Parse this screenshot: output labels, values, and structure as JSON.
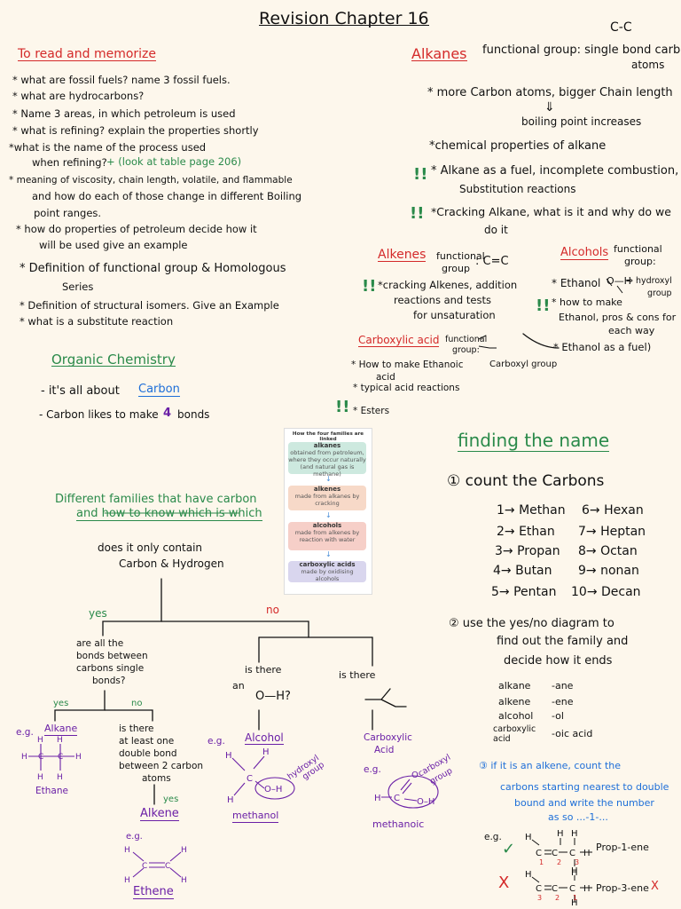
{
  "header": {
    "title": "Revision Chapter 16",
    "corner": "C-C"
  },
  "memorize": {
    "heading": "To read and memorize",
    "items": [
      "* what are fossil fuels? name 3 fossil fuels.",
      "* what are hydrocarbons?",
      "* Name 3 areas, in which petroleum is used",
      "* what is refining? explain the properties shortly",
      "*what is the name of the process used",
      "when refining?",
      "+ (look at table page 206)",
      "* meaning of viscosity, chain length, volatile, and flammable",
      "and how do each of those change in different Boiling",
      "point ranges.",
      "* how do properties of petroleum decide how it",
      "will be used give an example",
      "* Definition of functional group & Homologous",
      "Series",
      "* Definition of structural isomers. Give an Example",
      "* what is a substitute reaction"
    ]
  },
  "organic": {
    "heading": "Organic Chemistry",
    "line1": "- it's all about",
    "carbon": "Carbon",
    "line2": "- Carbon likes to make",
    "four": "4",
    "bonds": "bonds"
  },
  "alkanes": {
    "heading": "Alkanes",
    "fg": "functional group: single bond carbon",
    "atoms": "atoms",
    "l1": "* more Carbon atoms, bigger Chain length",
    "arrow": "⇓",
    "l2": "boiling point increases",
    "l3": "*chemical properties of alkane",
    "ex": "!!",
    "l4": "* Alkane as a fuel, incomplete combustion,",
    "l5": "Substitution reactions",
    "ex2": "!!",
    "l6": "*Cracking Alkane, what is it and why do we",
    "l7": "do it"
  },
  "alkenes": {
    "heading": "Alkenes",
    "fg": "functional",
    "fg2": "group",
    "bond": ": C=C",
    "ex": "!!",
    "l1": "*cracking Alkenes, addition",
    "l2": "reactions and tests",
    "l3": "for unsaturation"
  },
  "alcohols": {
    "heading": "Alcohols",
    "fg": "functional",
    "fg2": "group:",
    "oh": "O—H",
    "hydroxyl": "⇒ hydroxyl",
    "group": "group",
    "l1": "* Ethanol",
    "ex": "!!",
    "l2": "* how to make",
    "l3": "Ethanol, pros & cons for",
    "l4": "each way",
    "l5": "* Ethanol as a fuel)"
  },
  "carboxylic": {
    "heading": "Carboxylic acid",
    "fg": "functional",
    "fg2": "group:",
    "label": "Carboxyl group",
    "l1": "* How to make Ethanoic",
    "l2": "acid",
    "l3": "* typical acid reactions",
    "ex": "!!",
    "l4": "* Esters"
  },
  "figure": {
    "title": "How the four families are linked",
    "boxes": [
      {
        "name": "alkanes",
        "desc": "obtained from petroleum, where they occur naturally (and natural gas is methane)",
        "color": "#cde9df"
      },
      {
        "name": "alkenes",
        "desc": "made from alkanes by cracking",
        "color": "#f7d9c8"
      },
      {
        "name": "alcohols",
        "desc": "made from alkenes by reaction with water",
        "color": "#f6cfc8"
      },
      {
        "name": "carboxylic acids",
        "desc": "made by oxidising alcohols",
        "color": "#d9d6ee"
      }
    ]
  },
  "families": {
    "heading1": "Different families that have carbon",
    "heading2": "and how to know which is which",
    "q1": "does it only contain",
    "q1b": "Carbon & Hydrogen",
    "yes": "yes",
    "no": "no",
    "q2": [
      "are all the",
      "bonds between",
      "carbons single",
      "bonds?"
    ],
    "q3": "is there",
    "q3b": "an",
    "q3oh": "O—H?",
    "q4": "is there",
    "yes2": "yes",
    "no2": "no",
    "eg": "e.g.",
    "alkane": "Alkane",
    "ethane": "Ethane",
    "q5": [
      "is there",
      "at least one",
      "double bond",
      "between 2 carbon",
      "atoms"
    ],
    "yes3": "yes",
    "alkene": "Alkene",
    "ethene": "Ethene",
    "alcohol": "Alcohol",
    "methanol": "methanol",
    "hydroxyl": [
      "hydroxyl",
      "group"
    ],
    "carboxylic": [
      "Carboxylic",
      "Acid"
    ],
    "carboxyl": [
      "carboxyl",
      "group"
    ],
    "methanoic": "methanoic"
  },
  "naming": {
    "heading": "finding the name",
    "step1": "① count the Carbons",
    "list": [
      [
        "1→ Methan",
        "6→ Hexan"
      ],
      [
        "2→ Ethan",
        "7→ Heptan"
      ],
      [
        "3→ Propan",
        "8→ Octan"
      ],
      [
        "4→ Butan",
        "9→ nonan"
      ],
      [
        "5→ Pentan",
        "10→ Decan"
      ]
    ],
    "step2": [
      "② use the yes/no diagram to",
      "find out the family and",
      "decide how it ends"
    ],
    "endings": [
      [
        "alkane",
        "-ane"
      ],
      [
        "alkene",
        "-ene"
      ],
      [
        "alcohol",
        "-ol"
      ],
      [
        "carboxylic acid",
        "-oic acid"
      ]
    ],
    "step3": [
      "③ if it is an alkene, count the",
      "carbons starting nearest to double",
      "bound and write the number",
      "as so  ...-1-..."
    ],
    "eg": "e.g.",
    "good": "Prop-1-ene",
    "bad": "Prop-3-ene",
    "tick": "✓",
    "cross": "X"
  }
}
